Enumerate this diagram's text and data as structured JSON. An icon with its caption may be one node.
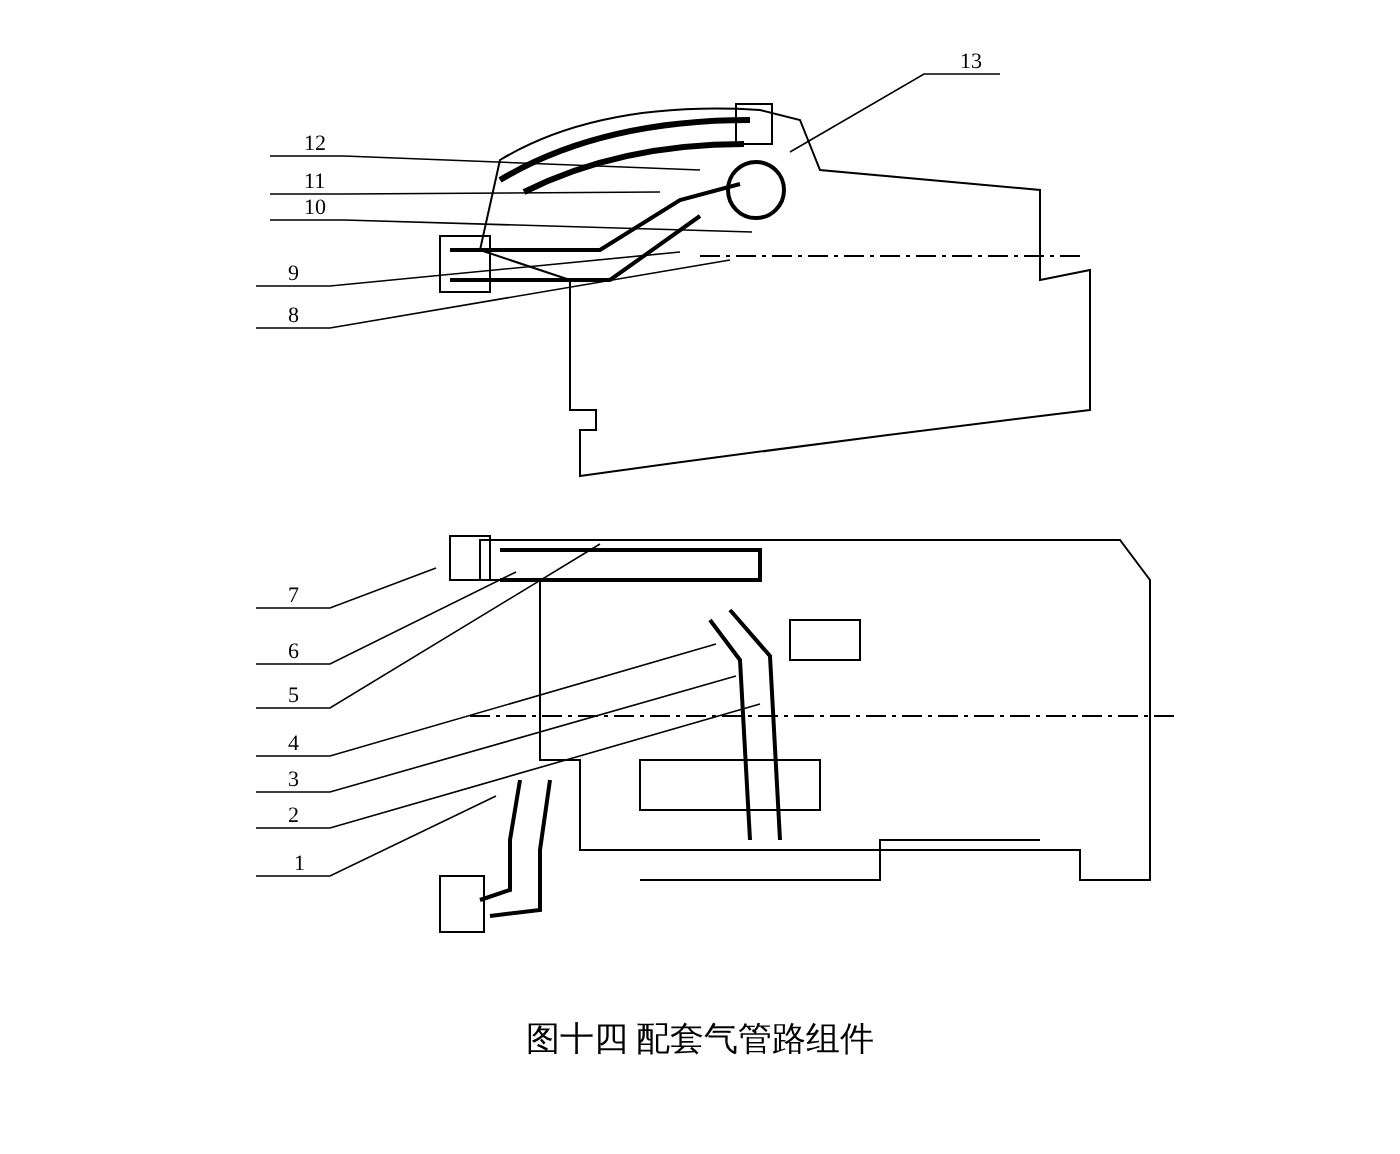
{
  "diagram": {
    "caption": "图十四  配套气管路组件",
    "nodes": [
      {
        "text": [
          "13"
        ]
      },
      {
        "text": [
          "12"
        ]
      },
      {
        "text": [
          "11"
        ]
      },
      {
        "text": [
          "10"
        ]
      },
      {
        "text": [
          "9"
        ]
      },
      {
        "text": [
          "8"
        ]
      },
      {
        "text": [
          "7"
        ]
      },
      {
        "text": [
          "6"
        ]
      },
      {
        "text": [
          "5"
        ]
      },
      {
        "text": [
          "4"
        ]
      },
      {
        "text": [
          "3"
        ]
      },
      {
        "text": [
          "2"
        ]
      },
      {
        "text": [
          "1"
        ]
      }
    ],
    "edges": [
      {
        "from": 0,
        "to": null,
        "arrow": "none"
      },
      {
        "from": 1,
        "to": null,
        "arrow": "none"
      },
      {
        "from": 2,
        "to": null,
        "arrow": "none"
      },
      {
        "from": 3,
        "to": null,
        "arrow": "none"
      },
      {
        "from": 4,
        "to": null,
        "arrow": "none"
      },
      {
        "from": 5,
        "to": null,
        "arrow": "none"
      },
      {
        "from": 6,
        "to": null,
        "arrow": "none"
      },
      {
        "from": 7,
        "to": null,
        "arrow": "none"
      },
      {
        "from": 8,
        "to": null,
        "arrow": "none"
      },
      {
        "from": 9,
        "to": null,
        "arrow": "none"
      },
      {
        "from": 10,
        "to": null,
        "arrow": "none"
      },
      {
        "from": 11,
        "to": null,
        "arrow": "none"
      },
      {
        "from": 12,
        "to": null,
        "arrow": "none"
      }
    ]
  }
}
